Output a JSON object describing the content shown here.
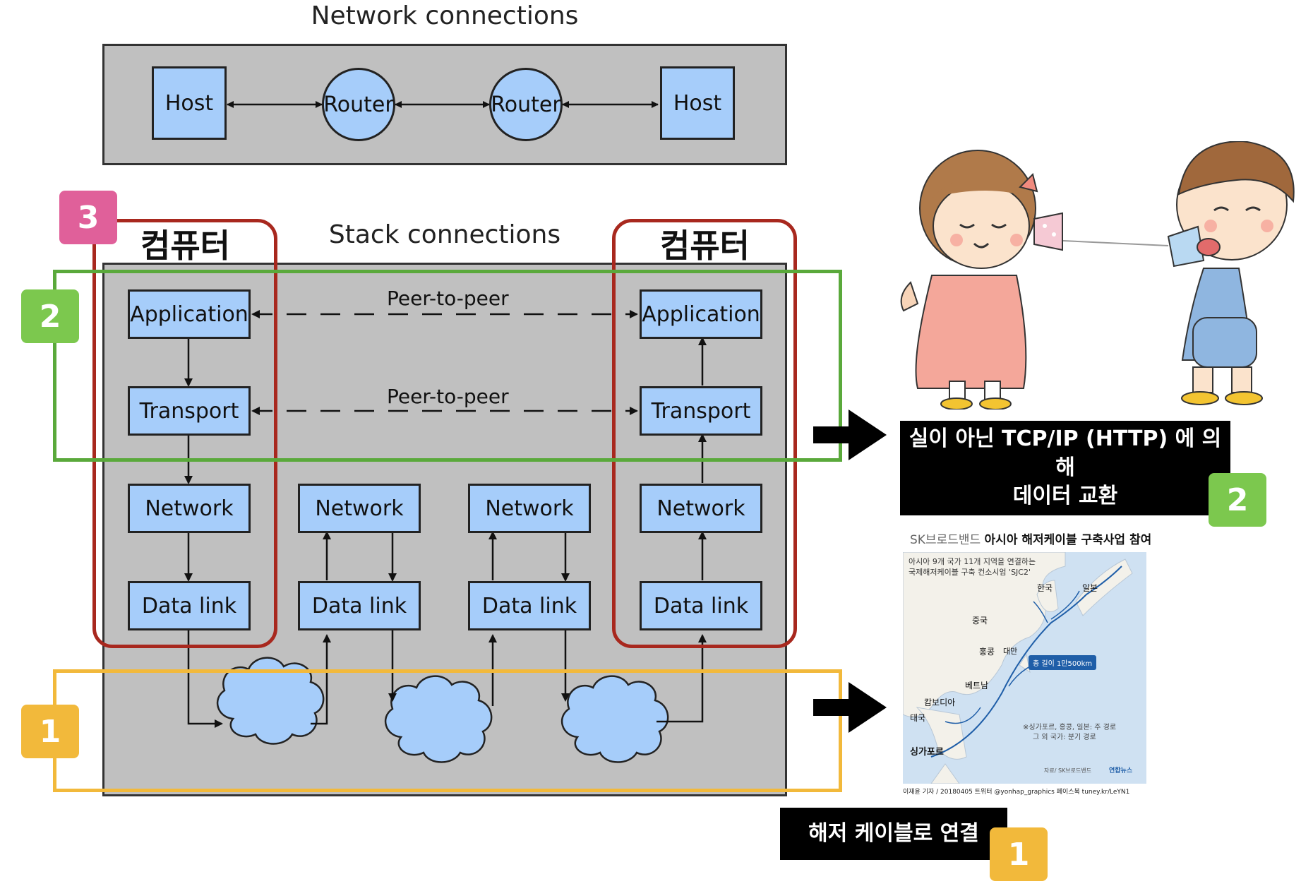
{
  "network_connections": {
    "title": "Network connections",
    "nodes": [
      "Host",
      "Router",
      "Router",
      "Host"
    ]
  },
  "stack_connections": {
    "title": "Stack connections",
    "left_label": "컴퓨터",
    "right_label": "컴퓨터",
    "peer_label_app": "Peer-to-peer",
    "peer_label_transport": "Peer-to-peer",
    "left_stack": [
      "Application",
      "Transport",
      "Network",
      "Data link"
    ],
    "right_stack": [
      "Application",
      "Transport",
      "Network",
      "Data link"
    ],
    "router1_stack": [
      "Network",
      "Data link"
    ],
    "router2_stack": [
      "Network",
      "Data link"
    ]
  },
  "badges": {
    "b1": "1",
    "b2": "2",
    "b3": "3",
    "b2_callout": "2",
    "b1_callout": "1"
  },
  "callouts": {
    "tcpip_line1": "실이 아닌 TCP/IP (HTTP) 에 의해",
    "tcpip_line2": "데이터 교환",
    "cable": "해저 케이블로 연결"
  },
  "map_card": {
    "title_light": "SK브로드밴드 ",
    "title_bold": "아시아 해저케이블 구축사업 참여",
    "desc_line1": "아시아 9개 국가 11개 지역을 연결하는",
    "desc_line2": "국제해저케이블 구축 컨소시엄 'SJC2'",
    "labels": [
      "한국",
      "일본",
      "중국",
      "홍콩",
      "대만",
      "베트남",
      "캄보디아",
      "태국",
      "싱가포르"
    ],
    "length_tag": "총 길이 1만500km",
    "note_line1": "※싱가포르, 홍콩, 일본: 주 경로",
    "note_line2": "그 외 국가: 분기 경로",
    "source": "자료/ SK브로드밴드",
    "agency": "연합뉴스",
    "footer": "이재윤 기자 / 20180405  트위터 @yonhap_graphics  페이스북 tuney.kr/LeYN1"
  },
  "colors": {
    "badge1": "#f2b93b",
    "badge2": "#7cc84e",
    "badge3": "#e0609a",
    "outline_red": "#a8281e",
    "outline_green": "#5aa93b",
    "outline_yellow": "#f2b93b",
    "box_fill": "#a6cdfa",
    "panel_fill": "#c0c0c0"
  }
}
